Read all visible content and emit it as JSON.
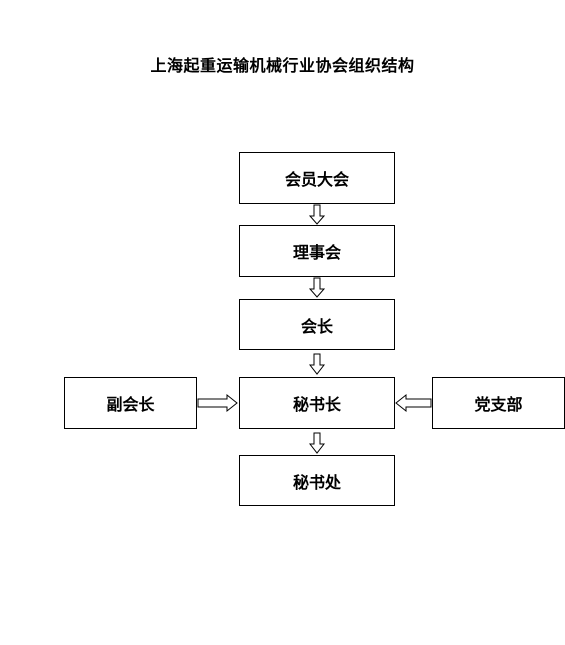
{
  "title": "上海起重运输机械行业协会组织结构",
  "nodes": {
    "assembly": "会员大会",
    "council": "理事会",
    "president": "会长",
    "vice_president": "副会长",
    "secretary_general": "秘书长",
    "party_branch": "党支部",
    "secretariat": "秘书处"
  },
  "edges": [
    {
      "from": "会员大会",
      "to": "理事会"
    },
    {
      "from": "理事会",
      "to": "会长"
    },
    {
      "from": "会长",
      "to": "秘书长"
    },
    {
      "from": "副会长",
      "to": "秘书长"
    },
    {
      "from": "党支部",
      "to": "秘书长"
    },
    {
      "from": "秘书长",
      "to": "秘书处"
    }
  ]
}
